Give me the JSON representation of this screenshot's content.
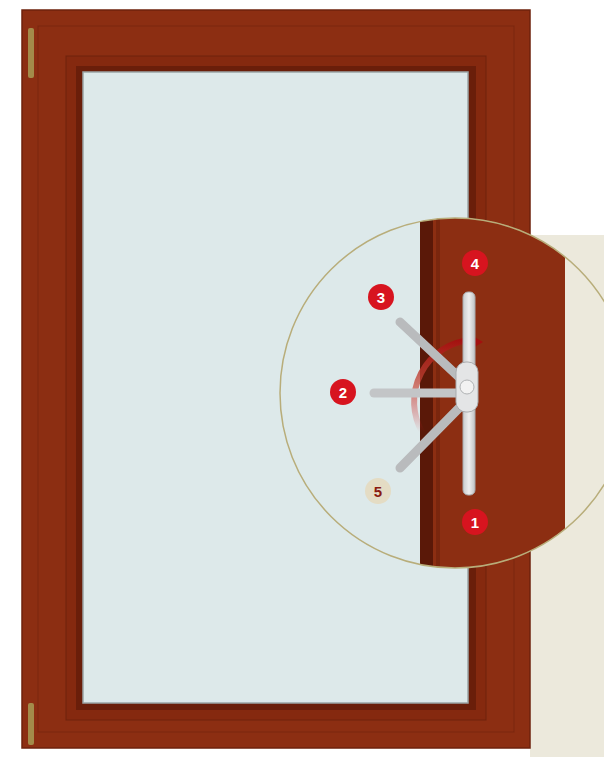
{
  "diagram": {
    "labels": [
      "4",
      "3",
      "2",
      "5",
      "1"
    ]
  }
}
